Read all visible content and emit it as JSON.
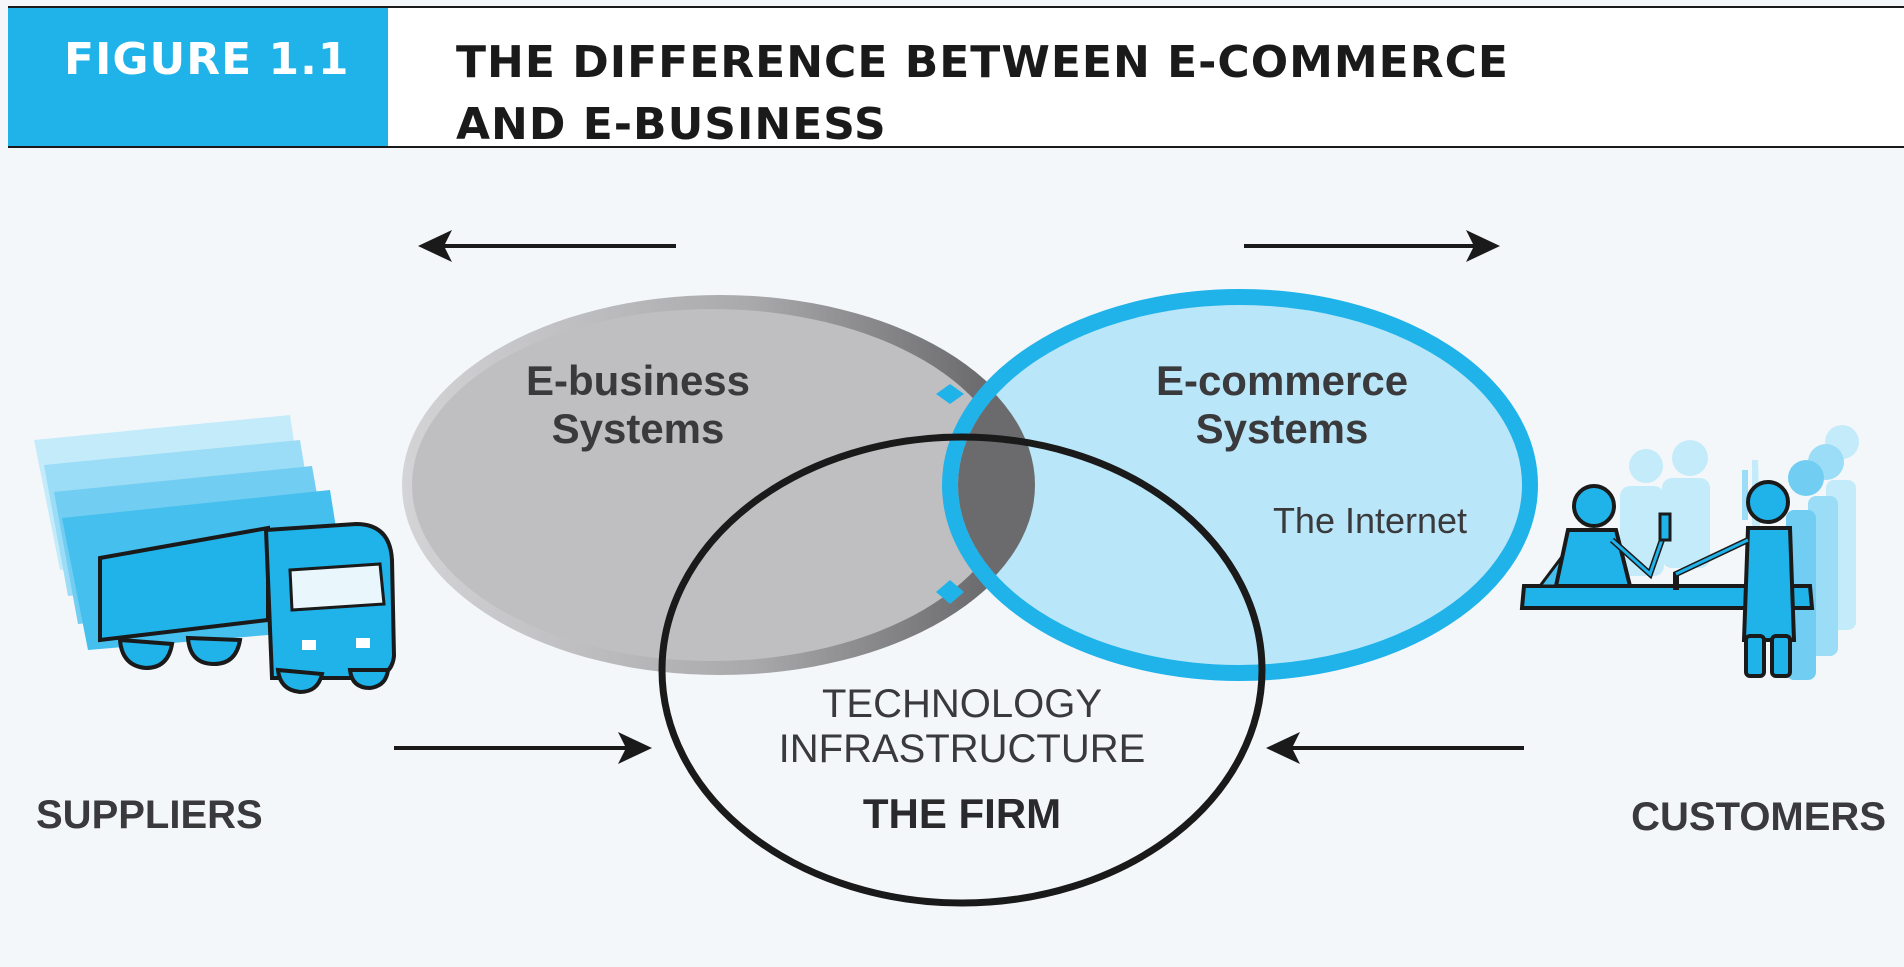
{
  "figure": {
    "label": "FIGURE 1.1",
    "title_line1": "THE DIFFERENCE BETWEEN E-COMMERCE",
    "title_line2": "AND E-BUSINESS"
  },
  "diagram": {
    "ebusiness": {
      "line1": "E-business",
      "line2": "Systems"
    },
    "ecommerce": {
      "line1": "E-commerce",
      "line2": "Systems",
      "sub": "The Internet"
    },
    "firm": {
      "line1": "TECHNOLOGY",
      "line2": "INFRASTRUCTURE",
      "name": "THE FIRM"
    },
    "suppliers_label": "SUPPLIERS",
    "customers_label": "CUSTOMERS"
  },
  "colors": {
    "accent_blue": "#1fb3ea",
    "light_blue": "#b9e6f8",
    "gray_ellipse": "#bfbfc1",
    "dark_overlap": "#6b6b6d",
    "ink": "#1a1a1a"
  },
  "icons": [
    "truck-icon",
    "people-at-counter-icon",
    "arrow-left-icon",
    "arrow-right-icon"
  ]
}
